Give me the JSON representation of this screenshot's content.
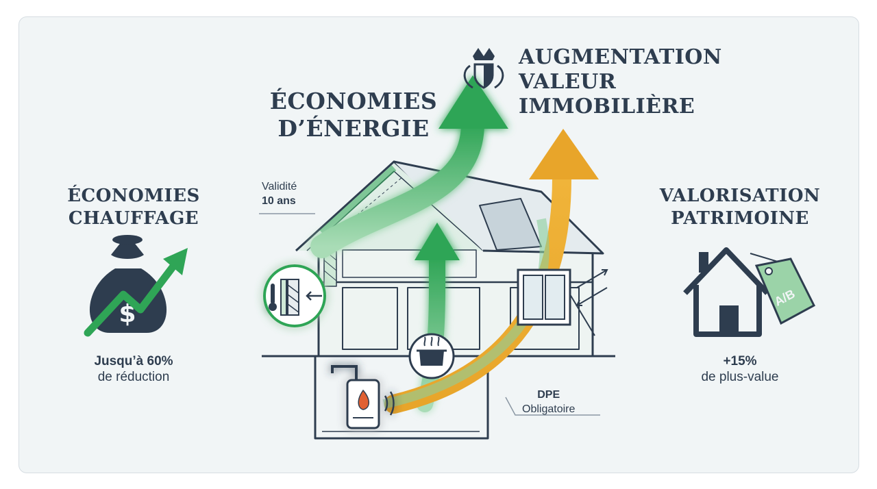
{
  "headings": {
    "energy_savings": [
      "ÉCONOMIES",
      "D’ÉNERGIE"
    ],
    "value_increase": [
      "AUGMENTATION",
      "VALEUR",
      "IMMOBILIÈRE"
    ],
    "heating_savings": [
      "ÉCONOMIES",
      "CHAUFFAGE"
    ],
    "asset_valuation": [
      "VALORISATION",
      "PATRIMOINE"
    ]
  },
  "heating": {
    "stat": "Jusqu’à 60%",
    "caption": "de réduction"
  },
  "patrimoine": {
    "stat": "+15%",
    "caption": "de plus-value",
    "tag_label": "A/B"
  },
  "callouts": {
    "validity": [
      "Validité",
      "10 ans"
    ],
    "dpe": [
      "DPE",
      "Obligatoire"
    ]
  },
  "colors": {
    "green": "#2fa556",
    "orange": "#e8a52a",
    "navy": "#2e3d4f",
    "background": "#f1f5f6"
  },
  "icons": [
    "money-bag-icon",
    "trend-arrow-icon",
    "crest-shield-icon",
    "house-icon",
    "price-tag-icon",
    "thermometer-icon",
    "cooking-pot-icon",
    "boiler-icon",
    "window-icon"
  ]
}
